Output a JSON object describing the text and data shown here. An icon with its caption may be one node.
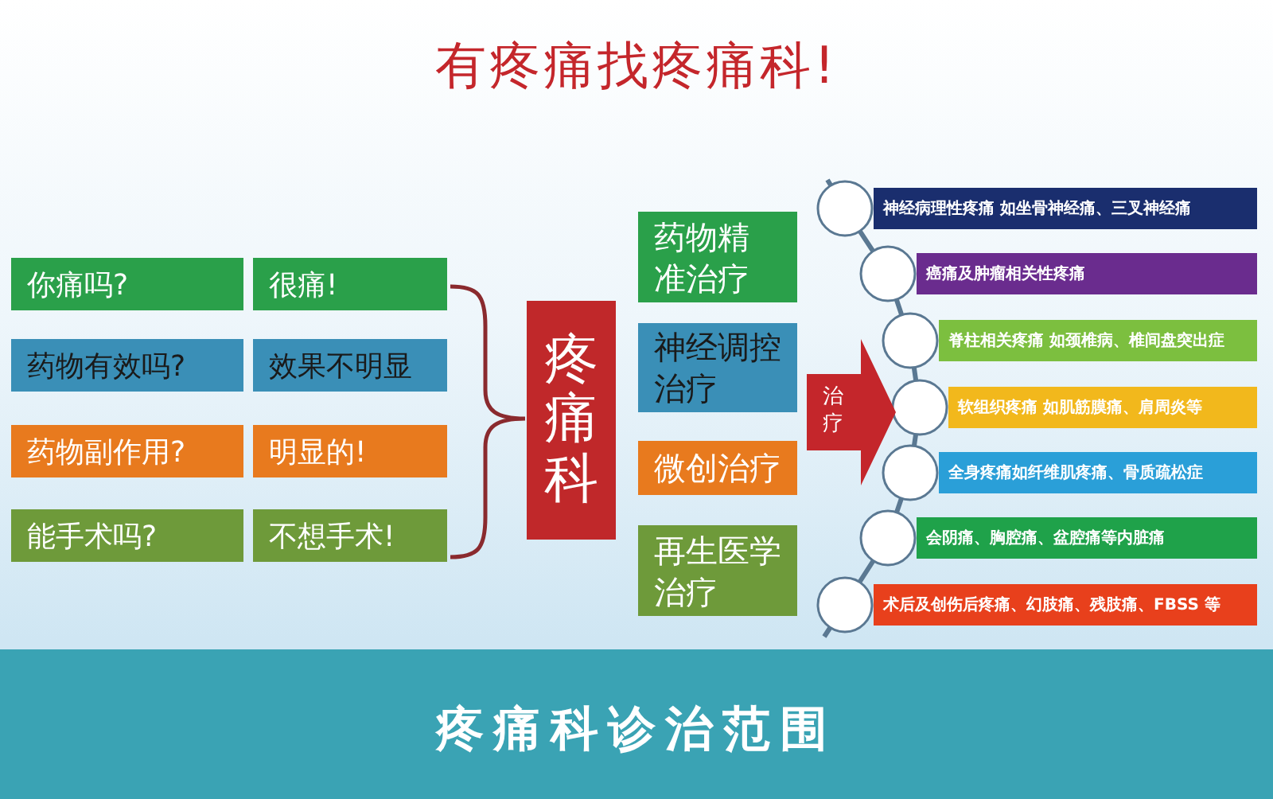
{
  "diagram": {
    "title": "有疼痛找疼痛科!",
    "caption": "疼痛科诊治范围",
    "nodes": [
      {
        "text": [
          "你痛吗?"
        ]
      },
      {
        "text": [
          "很痛!"
        ]
      },
      {
        "text": [
          "药物有效吗?"
        ]
      },
      {
        "text": [
          "效果不明显"
        ]
      },
      {
        "text": [
          "药物副作用?"
        ]
      },
      {
        "text": [
          "明显的!"
        ]
      },
      {
        "text": [
          "能手术吗?"
        ]
      },
      {
        "text": [
          "不想手术!"
        ]
      },
      {
        "text": [
          "疼痛科"
        ]
      },
      {
        "text": [
          "药物精准治疗"
        ]
      },
      {
        "text": [
          "神经调控治疗"
        ]
      },
      {
        "text": [
          "微创治疗"
        ]
      },
      {
        "text": [
          "再生医学治疗"
        ]
      },
      {
        "text": [
          "治疗"
        ]
      },
      {
        "text": [
          "神经病理性疼痛  如坐骨神经痛、三叉神经痛"
        ]
      },
      {
        "text": [
          "癌痛及肿瘤相关性疼痛"
        ]
      },
      {
        "text": [
          "脊柱相关疼痛 如颈椎病、椎间盘突出症"
        ]
      },
      {
        "text": [
          "软组织疼痛 如肌筋膜痛、肩周炎等"
        ]
      },
      {
        "text": [
          "全身疼痛如纤维肌疼痛、骨质疏松症"
        ]
      },
      {
        "text": [
          "会阴痛、胸腔痛、盆腔痛等内脏痛"
        ]
      },
      {
        "text": [
          "术后及创伤后疼痛、幻肢痛、残肢痛、FBSS 等"
        ]
      }
    ]
  }
}
